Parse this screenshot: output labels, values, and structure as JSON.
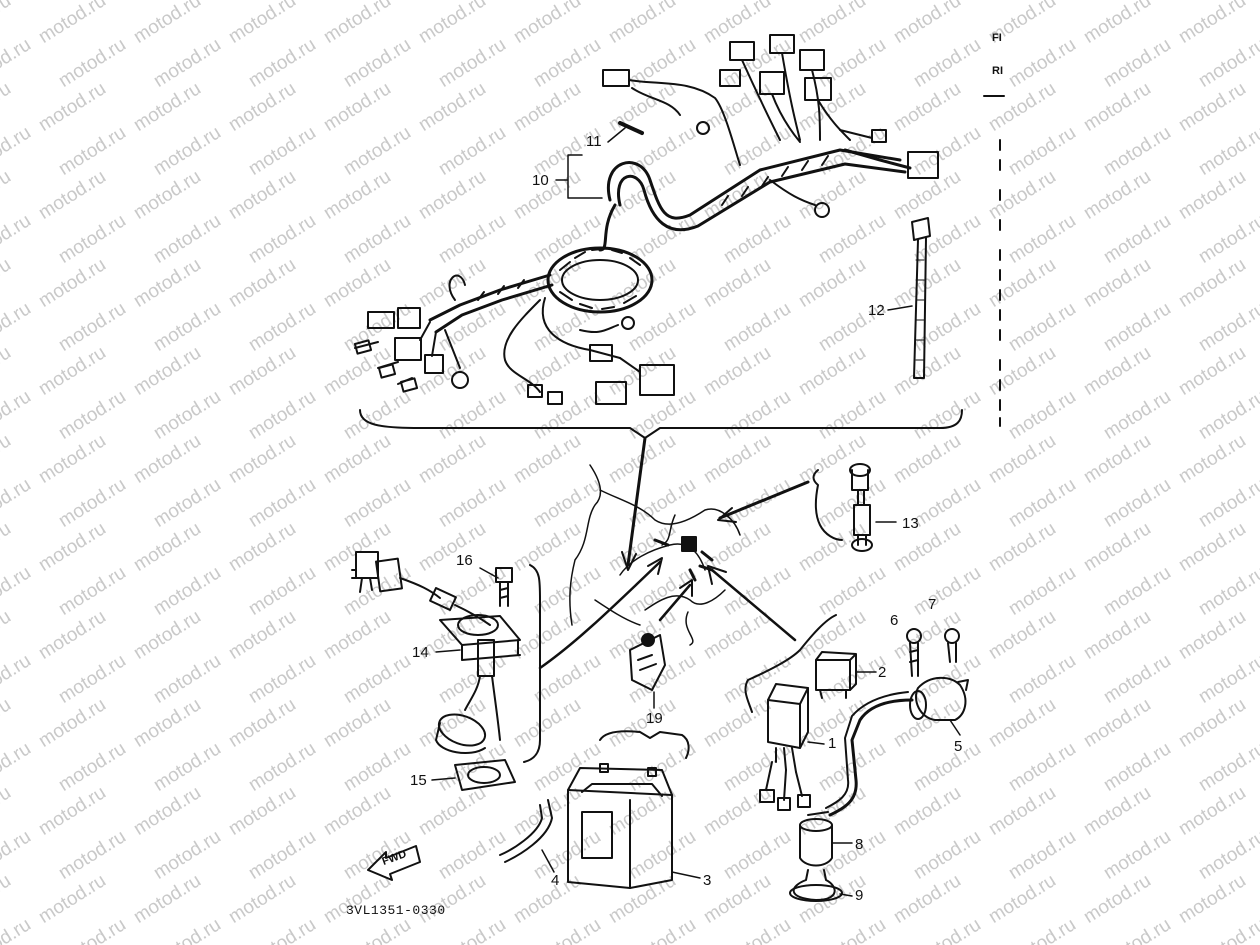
{
  "watermark": "motod.ru",
  "reference_code": "3VL1351-0330",
  "callouts": {
    "c1": "1",
    "c2": "2",
    "c3": "3",
    "c4": "4",
    "c5": "5",
    "c6": "6",
    "c7": "7",
    "c8": "8",
    "c9": "9",
    "c10": "10",
    "c11": "11",
    "c12": "12",
    "c13": "13",
    "c14": "14",
    "c15": "15",
    "c16": "16",
    "c19": "19"
  },
  "fwd_label": "FWD",
  "edge_fragments": {
    "e1": "FI",
    "e2": "RI"
  }
}
